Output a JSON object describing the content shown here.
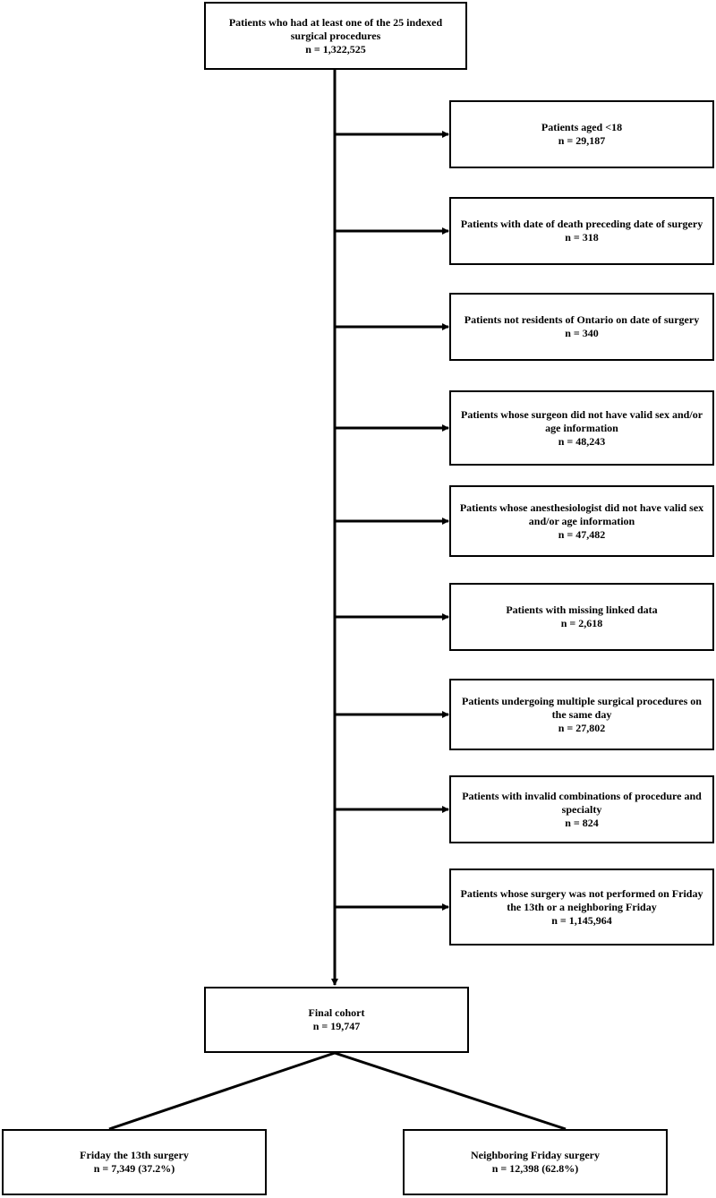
{
  "start": {
    "label": "Patients who had at least one of the 25 indexed surgical procedures",
    "n": "n = 1,322,525"
  },
  "exclusions": [
    {
      "label": "Patients aged <18",
      "n": "n = 29,187"
    },
    {
      "label": "Patients with date of death preceding date of surgery",
      "n": "n = 318"
    },
    {
      "label": "Patients not residents of Ontario on date of surgery",
      "n": "n = 340"
    },
    {
      "label": "Patients whose surgeon did not have valid sex and/or age information",
      "n": "n = 48,243"
    },
    {
      "label": "Patients whose anesthesiologist did not have valid sex and/or age information",
      "n": "n = 47,482"
    },
    {
      "label": "Patients with missing linked data",
      "n": "n = 2,618"
    },
    {
      "label": "Patients undergoing multiple surgical procedures on the same day",
      "n": "n = 27,802"
    },
    {
      "label": "Patients with invalid combinations of procedure and specialty",
      "n": "n = 824"
    },
    {
      "label": "Patients whose surgery was not performed on Friday the 13th or a neighboring Friday",
      "n": "n = 1,145,964"
    }
  ],
  "final": {
    "label": "Final cohort",
    "n": "n = 19,747"
  },
  "groups": [
    {
      "label": "Friday the 13th surgery",
      "n": "n = 7,349 (37.2%)"
    },
    {
      "label": "Neighboring Friday surgery",
      "n": "n = 12,398 (62.8%)"
    }
  ],
  "colors": {
    "line": "#000000",
    "box_border": "#000000",
    "background": "#ffffff"
  }
}
